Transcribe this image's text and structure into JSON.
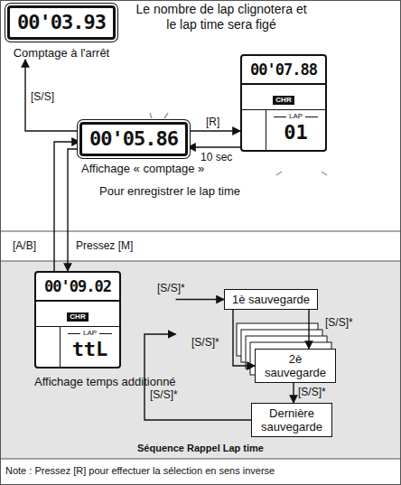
{
  "diagram": {
    "nodes": [
      {
        "text": [
          "00'03.93",
          "Comptage à l'arrêt"
        ]
      },
      {
        "text": [
          "00'05.86",
          "Affichage « comptage »"
        ]
      },
      {
        "text": [
          "00'07.88",
          "CHR",
          "LAP",
          "01"
        ]
      },
      {
        "text": [
          "00'09.02",
          "CHR",
          "LAP",
          "ttL",
          "Affichage temps additionné"
        ]
      },
      {
        "text": [
          "1è sauvegarde"
        ]
      },
      {
        "text": [
          "2è sauvegarde"
        ]
      },
      {
        "text": [
          "Dernière sauvegarde"
        ]
      }
    ],
    "edges": [
      {
        "from": 1,
        "to": 0,
        "label": "[S/S]",
        "arrow": "to"
      },
      {
        "from": 1,
        "to": 2,
        "label": "[R]",
        "arrow": "to"
      },
      {
        "from": 2,
        "to": 1,
        "label": "10 sec",
        "arrow": "to"
      },
      {
        "from": 1,
        "to": 3,
        "label": "Pressez [M]",
        "arrow": "to"
      },
      {
        "from": 3,
        "to": 1,
        "label": "[A/B]",
        "arrow": "to"
      },
      {
        "from": 3,
        "to": 4,
        "label": "[S/S]*",
        "arrow": "to"
      },
      {
        "from": 4,
        "to": 5,
        "label": "[S/S]*",
        "arrow": "to"
      },
      {
        "from": 4,
        "to": 5,
        "label": "[S/S]*",
        "arrow": "to"
      },
      {
        "from": 5,
        "to": 6,
        "label": "[S/S]*",
        "arrow": "to"
      },
      {
        "from": 6,
        "to": 3,
        "label": "[S/S]*",
        "arrow": "to"
      }
    ],
    "labels": [
      "Le nombre de lap clignotera et le lap time sera figé",
      "Pour enregistrer le lap time",
      "Séquence Rappel Lap time",
      "Note : Pressez [R] pour effectuer la sélection en sens inverse"
    ]
  }
}
